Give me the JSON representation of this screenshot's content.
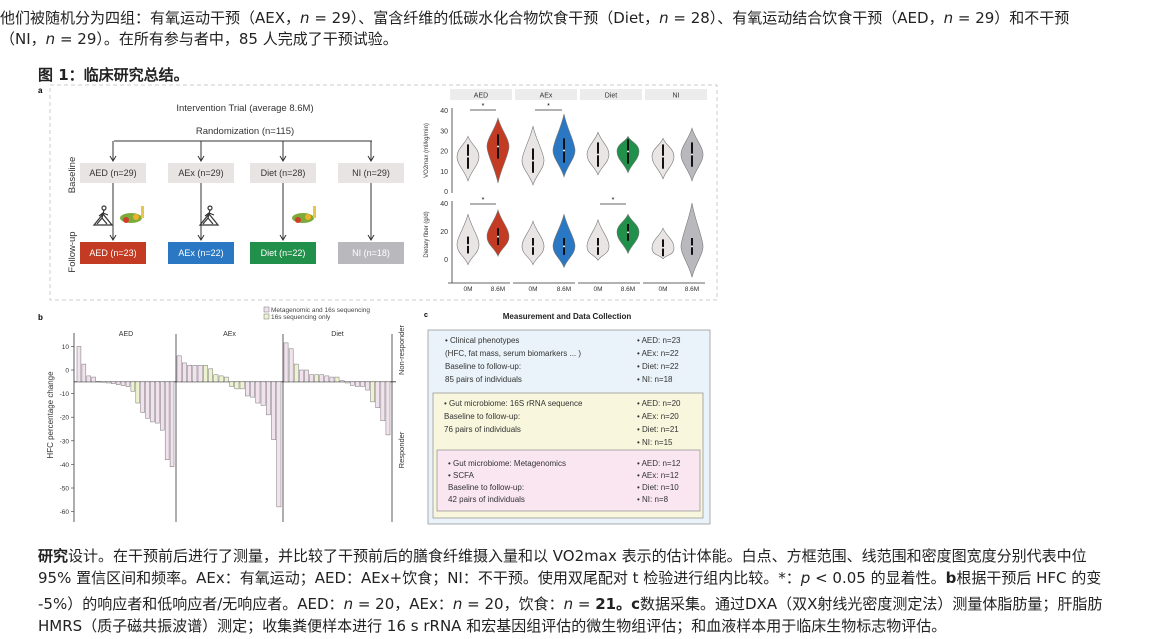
{
  "intro": {
    "line2": [
      "他们被随机分为四组：有氧运动干预（AEX，",
      "n",
      " = 29）、富含纤维的低碳水化合物饮食干预（Diet，",
      "n",
      " = 28）、有氧运动结合饮食干预（AED，",
      "n",
      " = 29）和不干预"
    ],
    "line3": [
      "（NI，",
      "n",
      " = 29）。在所有参与者中，85 人完成了干预试验。"
    ]
  },
  "figure_title": "图 1：临床研究总结。",
  "panel_a": {
    "label": "a",
    "title": "Intervention   Trial (average 8.6M)",
    "randomization": "Randomization (n=115)",
    "row_baseline": "Baseline",
    "row_followup": "Follow-up",
    "baseline_groups": [
      "AED (n=29)",
      "AEx (n=29)",
      "Diet (n=28)",
      "NI (n=29)"
    ],
    "followup_groups": [
      "AED (n=23)",
      "AEx (n=22)",
      "Diet (n=22)",
      "NI (n=18)"
    ],
    "group_colors": [
      "#c23b22",
      "#2a78c3",
      "#21904a",
      "#b9b9bd"
    ],
    "icons": [
      "exercise-icon",
      "food-icon"
    ]
  },
  "chart_data": [
    {
      "type": "violin",
      "facets": [
        "AED",
        "AEx",
        "Diet",
        "NI"
      ],
      "x_ticks": [
        "0M",
        "8.6M"
      ],
      "panels": [
        {
          "ylabel": "VO2max (ml/kg/min)",
          "ylim": [
            0,
            40
          ],
          "yticks": [
            0,
            10,
            20,
            30,
            40
          ],
          "medians": [
            [
              17,
              22
            ],
            [
              15,
              20
            ],
            [
              18,
              19.5
            ],
            [
              17,
              18
            ]
          ],
          "ranges": [
            [
              [
                5,
                27
              ],
              [
                4,
                36
              ]
            ],
            [
              [
                3,
                32
              ],
              [
                7,
                38
              ]
            ],
            [
              [
                8,
                29
              ],
              [
                9,
                27
              ]
            ],
            [
              [
                6,
                26
              ],
              [
                5,
                31
              ]
            ]
          ],
          "significant": [
            true,
            true,
            false,
            false
          ]
        },
        {
          "ylabel": "Dietary fiber (g/d)",
          "ylim": [
            -15,
            43
          ],
          "yticks": [
            0,
            20,
            40
          ],
          "medians": [
            [
              10,
              16
            ],
            [
              9,
              9
            ],
            [
              9,
              19
            ],
            [
              8,
              9
            ]
          ],
          "ranges": [
            [
              [
                -4,
                32
              ],
              [
                2,
                35
              ]
            ],
            [
              [
                -4,
                27
              ],
              [
                -6,
                32
              ]
            ],
            [
              [
                -1,
                28
              ],
              [
                4,
                32
              ]
            ],
            [
              [
                0,
                22
              ],
              [
                -13,
                40
              ]
            ]
          ],
          "significant": [
            true,
            false,
            true,
            false
          ]
        }
      ],
      "significance_mark": "*"
    },
    {
      "type": "bar",
      "panel_label": "b",
      "ylabel": "HFC percentage change",
      "ylim": [
        -63,
        13
      ],
      "yticks": [
        10,
        0,
        -10,
        -20,
        -30,
        -40,
        -50,
        -60
      ],
      "baseline": -5,
      "legend": [
        "Metagenomic and 16s sequencing",
        "16s sequencing only"
      ],
      "legend_colors": [
        "#f1e2ee",
        "#eef2cf"
      ],
      "side_labels": [
        "Non-responder",
        "Responder"
      ],
      "groups": [
        {
          "name": "AED",
          "values": [
            10,
            2.5,
            -2.5,
            -3,
            -4.8,
            -5.2,
            -5.5,
            -5.8,
            -6.2,
            -6.6,
            -7,
            -9,
            -14,
            -18,
            -20.5,
            -22,
            -22.5,
            -25.5,
            -38,
            -41
          ],
          "sequencing": "mmmmmmmmmmmssmmmmmmm"
        },
        {
          "name": "AEx",
          "values": [
            6,
            3,
            2,
            2,
            2,
            2,
            0.5,
            -2,
            -2.5,
            -3,
            -7,
            -8,
            -8,
            -11,
            -11.5,
            -14,
            -15,
            -19,
            -29.5,
            -58
          ],
          "sequencing": "mmmmmssssssssmmmmmmm"
        },
        {
          "name": "Diet",
          "values": [
            11.5,
            9,
            2.5,
            0,
            0,
            -2,
            -2,
            -2,
            -2.5,
            -3,
            -3,
            -4.5,
            -5.5,
            -6.5,
            -7,
            -7,
            -8.5,
            -13.5,
            -16,
            -21.5,
            -27.5
          ],
          "sequencing": "mmsmmmsmmmsmmmmmmsmmm"
        }
      ]
    }
  ],
  "panel_c": {
    "label": "c",
    "title": "Measurement and Data Collection",
    "boxes": [
      {
        "left": [
          "• Clinical phenotypes",
          "(HFC, fat mass, serum biomarkers ... )",
          "Baseline to follow-up:",
          "85 pairs of individuals"
        ],
        "right": [
          "• AED: n=23",
          "• AEx:  n=22",
          "• Diet:  n=22",
          "• NI:     n=18"
        ],
        "color": "#eaf3f9"
      },
      {
        "left": [
          "• Gut microbiome: 16S rRNA sequence",
          "Baseline to follow-up:",
          "76 pairs of individuals"
        ],
        "right": [
          "• AED: n=20",
          "• AEx:  n=20",
          "• Diet:  n=21",
          "• NI:     n=15"
        ],
        "color": "#f8f6dc"
      },
      {
        "left": [
          "• Gut microbiome: Metagenomics",
          "• SCFA",
          "Baseline to follow-up:",
          "42 pairs of individuals"
        ],
        "right": [
          "• AED: n=12",
          "• AEx:  n=12",
          "• Diet:  n=10",
          "• NI:     n=8"
        ],
        "color": "#f9e6f1"
      }
    ]
  },
  "caption": {
    "l1": [
      "研究",
      "设计。在干预前后进行了测量，并比较了干预前后的膳食纤维摄入量和以 VO2max 表示的估计体能。白点、方框范围、线范围和密度图宽度分别代表中位"
    ],
    "l2": [
      "95% 置信区间和频率。AEx：有氧运动；AED：AEx+饮食；NI：不干预。使用双尾配对 t 检验进行组内比较。*：",
      "p",
      " < 0.05 的显着性。",
      "b",
      "根据干预后 HFC 的变"
    ],
    "l3": [
      "-5%）的响应者和低响应者/无响应者。AED：",
      "n",
      " = 20，AEx：",
      "n",
      " = 20，饮食：",
      "n",
      " = ",
      "21。",
      "c",
      "数据采集。通过DXA（双X射线光密度测定法）测量体脂肪量；肝脂肪"
    ],
    "l4": "HMRS（质子磁共振波谱）测定；收集粪便样本进行 16 s rRNA 和宏基因组评估的微生物组评估；和血液样本用于临床生物标志物评估。"
  }
}
